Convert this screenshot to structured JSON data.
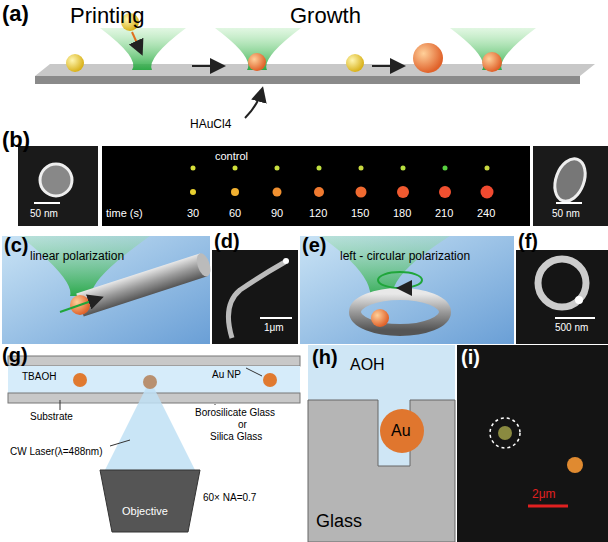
{
  "diagram": {
    "labels": [
      "(a)",
      "Printing",
      "Growth",
      "HAuCl4",
      "(b)",
      "50 nm",
      "control",
      "time (s)",
      "30",
      "60",
      "90",
      "120",
      "150",
      "180",
      "210",
      "240",
      "50 nm",
      "(c)",
      "linear polarization",
      "(d)",
      "1μm",
      "(e)",
      "left - circular polarization",
      "(f)",
      "500 nm",
      "(g)",
      "TBAOH",
      "Au NP",
      "Substrate",
      "Borosilicate Glass",
      "or",
      "Silica Glass",
      "CW Laser(λ=488nm)",
      "Objective",
      "60× NA=0.7",
      "(h)",
      "AOH",
      "Au",
      "Glass",
      "(i)",
      "2μm"
    ]
  }
}
